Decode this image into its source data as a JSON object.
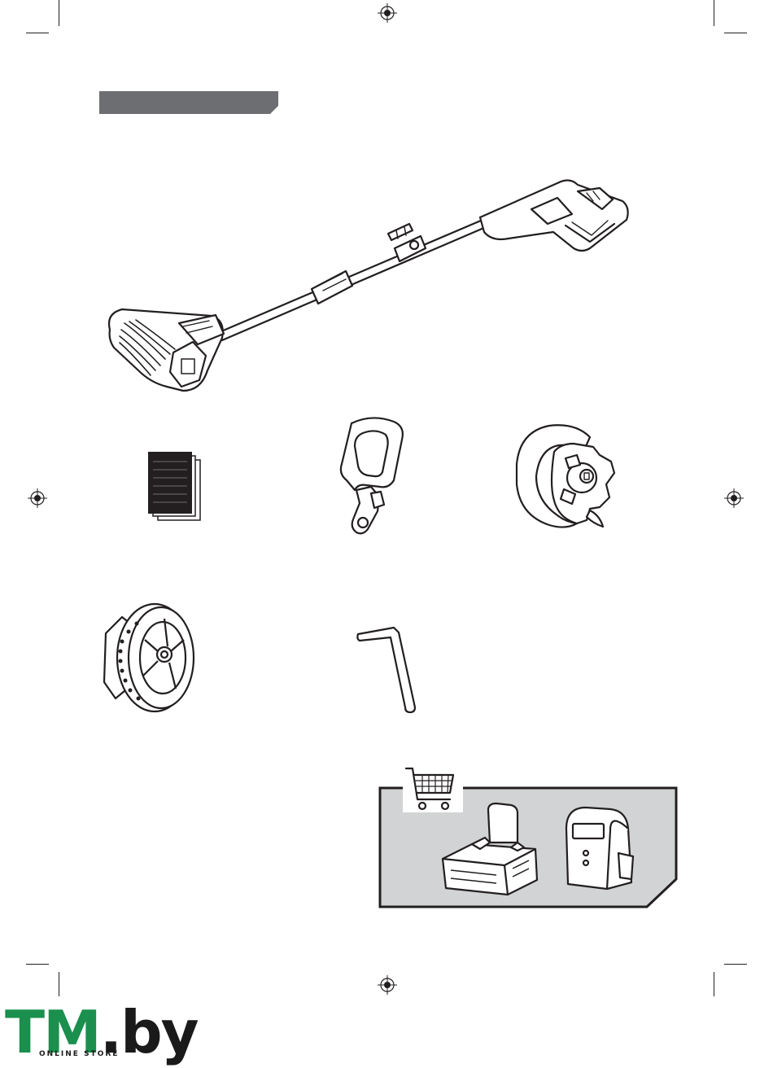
{
  "page": {
    "header_bar_label": "",
    "components": [
      {
        "icon": "grass-trimmer-edger-icon"
      },
      {
        "icon": "manual-icon"
      },
      {
        "icon": "auxiliary-handle-icon"
      },
      {
        "icon": "guard-icon"
      },
      {
        "icon": "edger-wheel-icon"
      },
      {
        "icon": "hex-key-icon"
      }
    ],
    "sold_separately": {
      "icon": "shopping-cart-icon",
      "items": [
        {
          "icon": "battery-pack-icon"
        },
        {
          "icon": "charger-icon"
        }
      ]
    }
  },
  "watermark": {
    "brand_main": "TM",
    "brand_suffix": ".by",
    "tagline": "ONLINE STORE"
  },
  "colors": {
    "header_bar": "#6d6e71",
    "panel_fill": "#d1d3d4",
    "brand_green": "#1b8f4d",
    "line": "#231f20"
  }
}
